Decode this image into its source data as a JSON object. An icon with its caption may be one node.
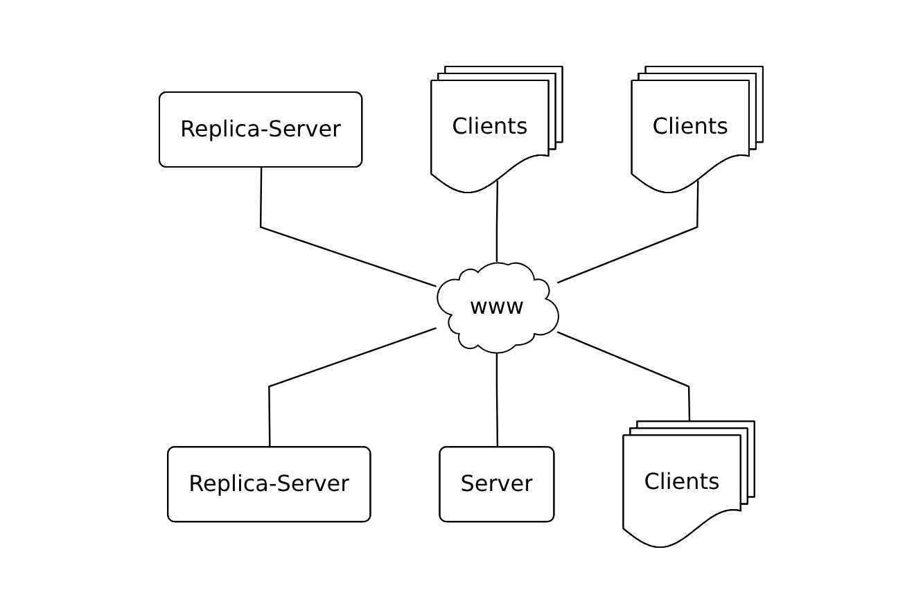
{
  "diagram": {
    "nodes": [
      {
        "text": [
          "Replica-Server"
        ]
      },
      {
        "text": [
          "Clients"
        ]
      },
      {
        "text": [
          "Clients"
        ]
      },
      {
        "text": [
          "www"
        ]
      },
      {
        "text": [
          "Replica-Server"
        ]
      },
      {
        "text": [
          "Server"
        ]
      },
      {
        "text": [
          "Clients"
        ]
      }
    ],
    "edges": [
      {
        "from": 0,
        "to": 3,
        "arrow": "none"
      },
      {
        "from": 1,
        "to": 3,
        "arrow": "none"
      },
      {
        "from": 2,
        "to": 3,
        "arrow": "none"
      },
      {
        "from": 3,
        "to": 4,
        "arrow": "none"
      },
      {
        "from": 3,
        "to": 5,
        "arrow": "none"
      },
      {
        "from": 3,
        "to": 6,
        "arrow": "none"
      }
    ]
  }
}
